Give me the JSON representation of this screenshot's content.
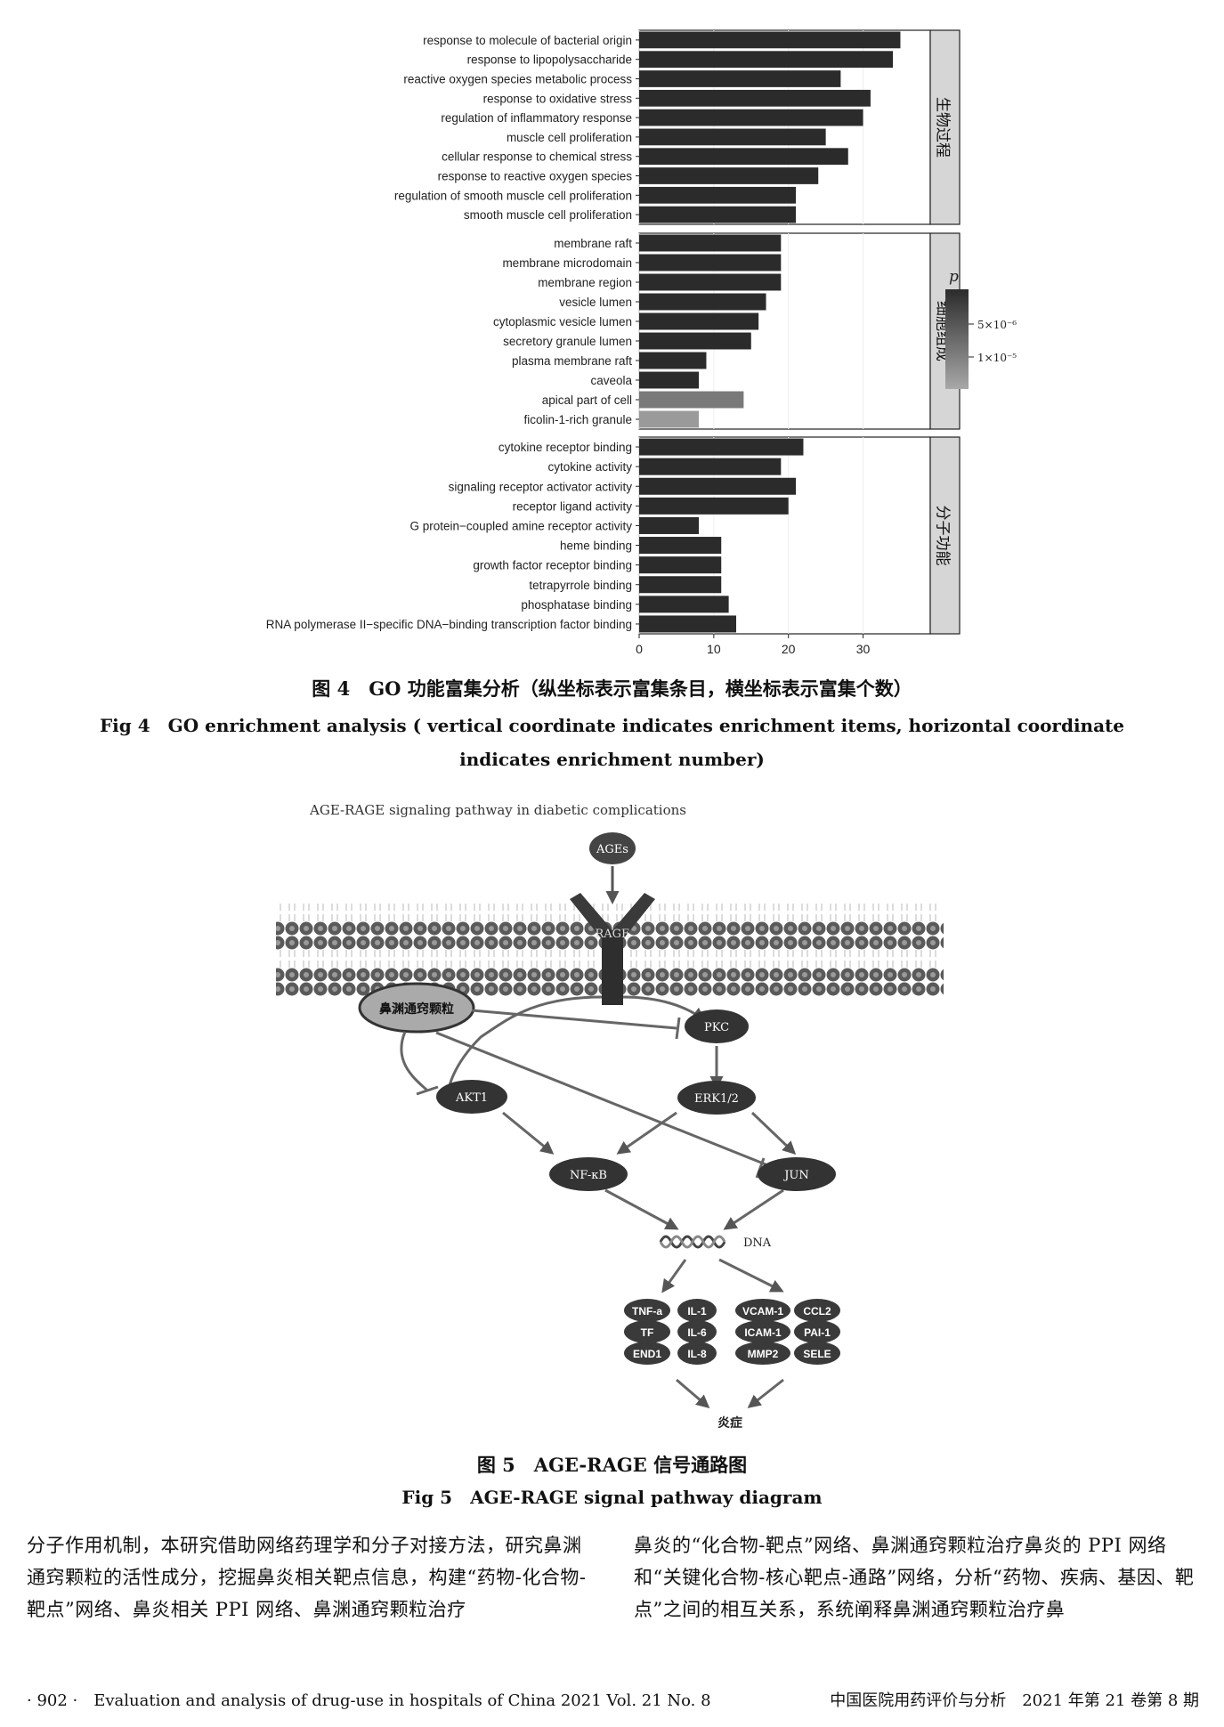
{
  "chart_data": {
    "type": "bar",
    "orientation": "horizontal",
    "facets": [
      {
        "name": "生物过程",
        "categories": [
          "response to molecule of bacterial origin",
          "response to lipopolysaccharide",
          "reactive oxygen species metabolic process",
          "response to oxidative stress",
          "regulation of inflammatory response",
          "muscle cell proliferation",
          "cellular response to chemical stress",
          "response to reactive oxygen species",
          "regulation of smooth muscle cell proliferation",
          "smooth muscle cell proliferation"
        ],
        "values": [
          35,
          34,
          27,
          31,
          30,
          25,
          28,
          24,
          21,
          21
        ],
        "shade": [
          0,
          0,
          0,
          0,
          0,
          0,
          0,
          0,
          0,
          0
        ]
      },
      {
        "name": "细胞组成",
        "categories": [
          "membrane raft",
          "membrane microdomain",
          "membrane region",
          "vesicle lumen",
          "cytoplasmic vesicle lumen",
          "secretory granule lumen",
          "plasma membrane raft",
          "caveola",
          "apical part of cell",
          "ficolin-1-rich granule"
        ],
        "values": [
          19,
          19,
          19,
          17,
          16,
          15,
          9,
          8,
          14,
          8
        ],
        "shade": [
          0,
          0,
          0,
          0,
          0,
          0,
          0,
          0,
          0.7,
          1.0
        ]
      },
      {
        "name": "分子功能",
        "categories": [
          "cytokine receptor binding",
          "cytokine activity",
          "signaling receptor activator activity",
          "receptor ligand activity",
          "G protein−coupled amine receptor activity",
          "heme binding",
          "growth factor receptor binding",
          "tetrapyrrole binding",
          "phosphatase binding",
          "RNA polymerase II−specific DNA−binding transcription factor binding"
        ],
        "values": [
          22,
          19,
          21,
          20,
          8,
          11,
          11,
          11,
          12,
          13
        ],
        "shade": [
          0,
          0,
          0,
          0,
          0,
          0,
          0,
          0,
          0,
          0
        ]
      }
    ],
    "xticks": [
      0,
      10,
      20,
      30
    ],
    "xlim": [
      0,
      39
    ],
    "legend": {
      "title": "p",
      "labels": [
        "5×10⁻⁶",
        "1×10⁻⁵"
      ],
      "placement": "right"
    },
    "colors": {
      "bar_dark": "#2b2b2b",
      "bar_light": "#9a9a9a",
      "strip": "#d6d6d6",
      "grid": "#eeeeee"
    }
  },
  "captions": {
    "fig4_cn": "图 4　GO 功能富集分析（纵坐标表示富集条目，横坐标表示富集个数）",
    "fig4_en": "Fig 4　GO enrichment analysis ( vertical coordinate indicates enrichment items, horizontal coordinate indicates enrichment number)",
    "fig5_cn": "图 5　AGE-RAGE 信号通路图",
    "fig5_en": "Fig 5　AGE-RAGE signal pathway diagram"
  },
  "pathway": {
    "title": "AGE-RAGE signaling pathway in diabetic complications",
    "ages": "AGEs",
    "rage": "RAGE",
    "drug": "鼻渊通窍颗粒",
    "pkc": "PKC",
    "akt1": "AKT1",
    "erk": "ERK1/2",
    "nfkb": "NF-κB",
    "jun": "JUN",
    "dna": "DNA",
    "genes_left": [
      "TNF-a",
      "IL-1",
      "TF",
      "IL-6",
      "END1",
      "IL-8"
    ],
    "genes_right": [
      "VCAM-1",
      "CCL2",
      "ICAM-1",
      "PAI-1",
      "MMP2",
      "SELE"
    ],
    "inflammation": "炎症"
  },
  "body": {
    "left": "分子作用机制，本研究借助网络药理学和分子对接方法，研究鼻渊通窍颗粒的活性成分，挖掘鼻炎相关靶点信息，构建“药物-化合物-靶点”网络、鼻炎相关 PPI 网络、鼻渊通窍颗粒治疗",
    "right": "鼻炎的“化合物-靶点”网络、鼻渊通窍颗粒治疗鼻炎的 PPI 网络和“关键化合物-核心靶点-通路”网络，分析“药物、疾病、基因、靶点”之间的相互关系，系统阐释鼻渊通窍颗粒治疗鼻"
  },
  "footer": {
    "left": "· 902 ·　Evaluation and analysis of drug-use in hospitals of China 2021 Vol. 21 No. 8",
    "right": "中国医院用药评价与分析　2021 年第 21 卷第 8 期"
  }
}
